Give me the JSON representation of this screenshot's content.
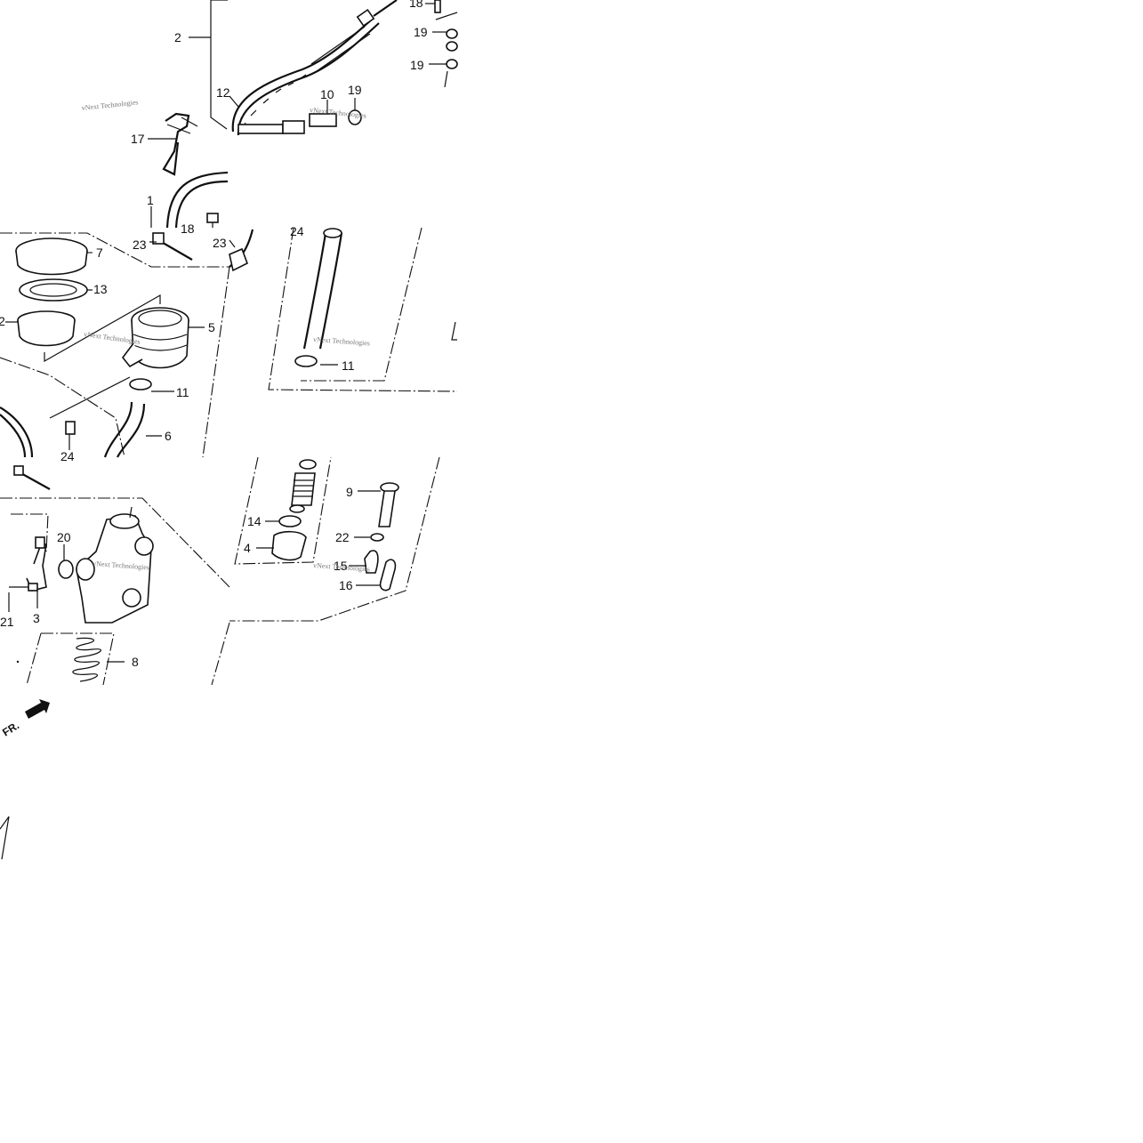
{
  "diagram": {
    "callouts": [
      {
        "id": "c2",
        "text": "2"
      },
      {
        "id": "c18a",
        "text": "18"
      },
      {
        "id": "c19a",
        "text": "19"
      },
      {
        "id": "c19b",
        "text": "19"
      },
      {
        "id": "c12a",
        "text": "12"
      },
      {
        "id": "c10",
        "text": "10"
      },
      {
        "id": "c19c",
        "text": "19"
      },
      {
        "id": "c17",
        "text": "17"
      },
      {
        "id": "c1",
        "text": "1"
      },
      {
        "id": "c18b",
        "text": "18"
      },
      {
        "id": "c23a",
        "text": "23"
      },
      {
        "id": "c23b",
        "text": "23"
      },
      {
        "id": "c24a",
        "text": "24"
      },
      {
        "id": "c7",
        "text": "7"
      },
      {
        "id": "c13",
        "text": "13"
      },
      {
        "id": "c12b",
        "text": "2"
      },
      {
        "id": "c5",
        "text": "5"
      },
      {
        "id": "c11a",
        "text": "11"
      },
      {
        "id": "c11b",
        "text": "11"
      },
      {
        "id": "c6",
        "text": "6"
      },
      {
        "id": "c24b",
        "text": "24"
      },
      {
        "id": "c20",
        "text": "20"
      },
      {
        "id": "c21",
        "text": "21"
      },
      {
        "id": "c3",
        "text": "3"
      },
      {
        "id": "c8",
        "text": "8"
      },
      {
        "id": "c14",
        "text": "14"
      },
      {
        "id": "c4",
        "text": "4"
      },
      {
        "id": "c9",
        "text": "9"
      },
      {
        "id": "c22",
        "text": "22"
      },
      {
        "id": "c15",
        "text": "15"
      },
      {
        "id": "c16",
        "text": "16"
      }
    ],
    "watermarks": [
      {
        "id": "w1",
        "text": "vNext Technologies"
      },
      {
        "id": "w2",
        "text": "vNext Technologies"
      },
      {
        "id": "w3",
        "text": "vNext Technologies"
      },
      {
        "id": "w4",
        "text": "vNext Technologies"
      },
      {
        "id": "w5",
        "text": "vNext Technologies"
      },
      {
        "id": "w6",
        "text": "vNext Technologies"
      }
    ],
    "direction_label": "FR.",
    "colors": {
      "ink": "#111111",
      "paper": "#ffffff",
      "watermark": "#777777"
    }
  }
}
